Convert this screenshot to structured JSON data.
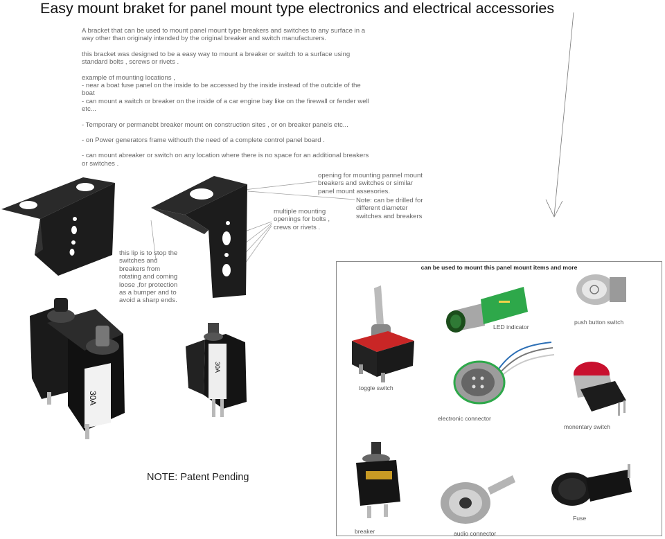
{
  "title": "Easy mount braket for panel mount type electronics and electrical accessories",
  "description": [
    "A bracket that can be used to mount panel mount type breakers and switches to any surface in a way other than originaly intended by the original breaker and switch manufacturers.",
    "this bracket was designed to be a easy way to mount a breaker or switch to a surface using standard bolts , screws or rivets .",
    "example of mounting locations ,\n- near a boat fuse panel on the inside to be accessed by the inside instead of the outcide of the boat\n- can mount a switch or breaker on the inside of a car engine bay like on the firewall or fender well etc...",
    "- Temporary or permanebt breaker mount on construction sites , or on breaker panels etc...",
    "- on Power generators frame withouth the need of a complete control panel board .",
    "- can mount abreaker or switch on any location where there is no space for an additional breakers or switches ."
  ],
  "callouts": {
    "opening": "opening for mounting pannel mount breakers and switches or similar panel mount assesories.",
    "drill": "Note: can be drilled for different diameter switches and breakers",
    "multiple": "multiple mounting openings for bolts , crews or rivets .",
    "lip": "this lip is to stop the switches and breakers from rotating and coming loose ,for protection as a bumper and to avoid a sharp ends."
  },
  "breaker_rating": "30A",
  "note": "NOTE: Patent Pending",
  "panel": {
    "heading": "can be used to mount this panel mount items and more",
    "items": {
      "toggle": "toggle switch",
      "led": "LED indicator",
      "push": "push button switch",
      "electronic": "electronic connector",
      "momentary": "monentary switch",
      "breaker": "breaker",
      "audio": "audio connector",
      "fuse": "Fuse"
    }
  },
  "colors": {
    "bracket": "#1c1c1c",
    "led_green": "#2ea84a",
    "momentary_red": "#c8102e"
  }
}
